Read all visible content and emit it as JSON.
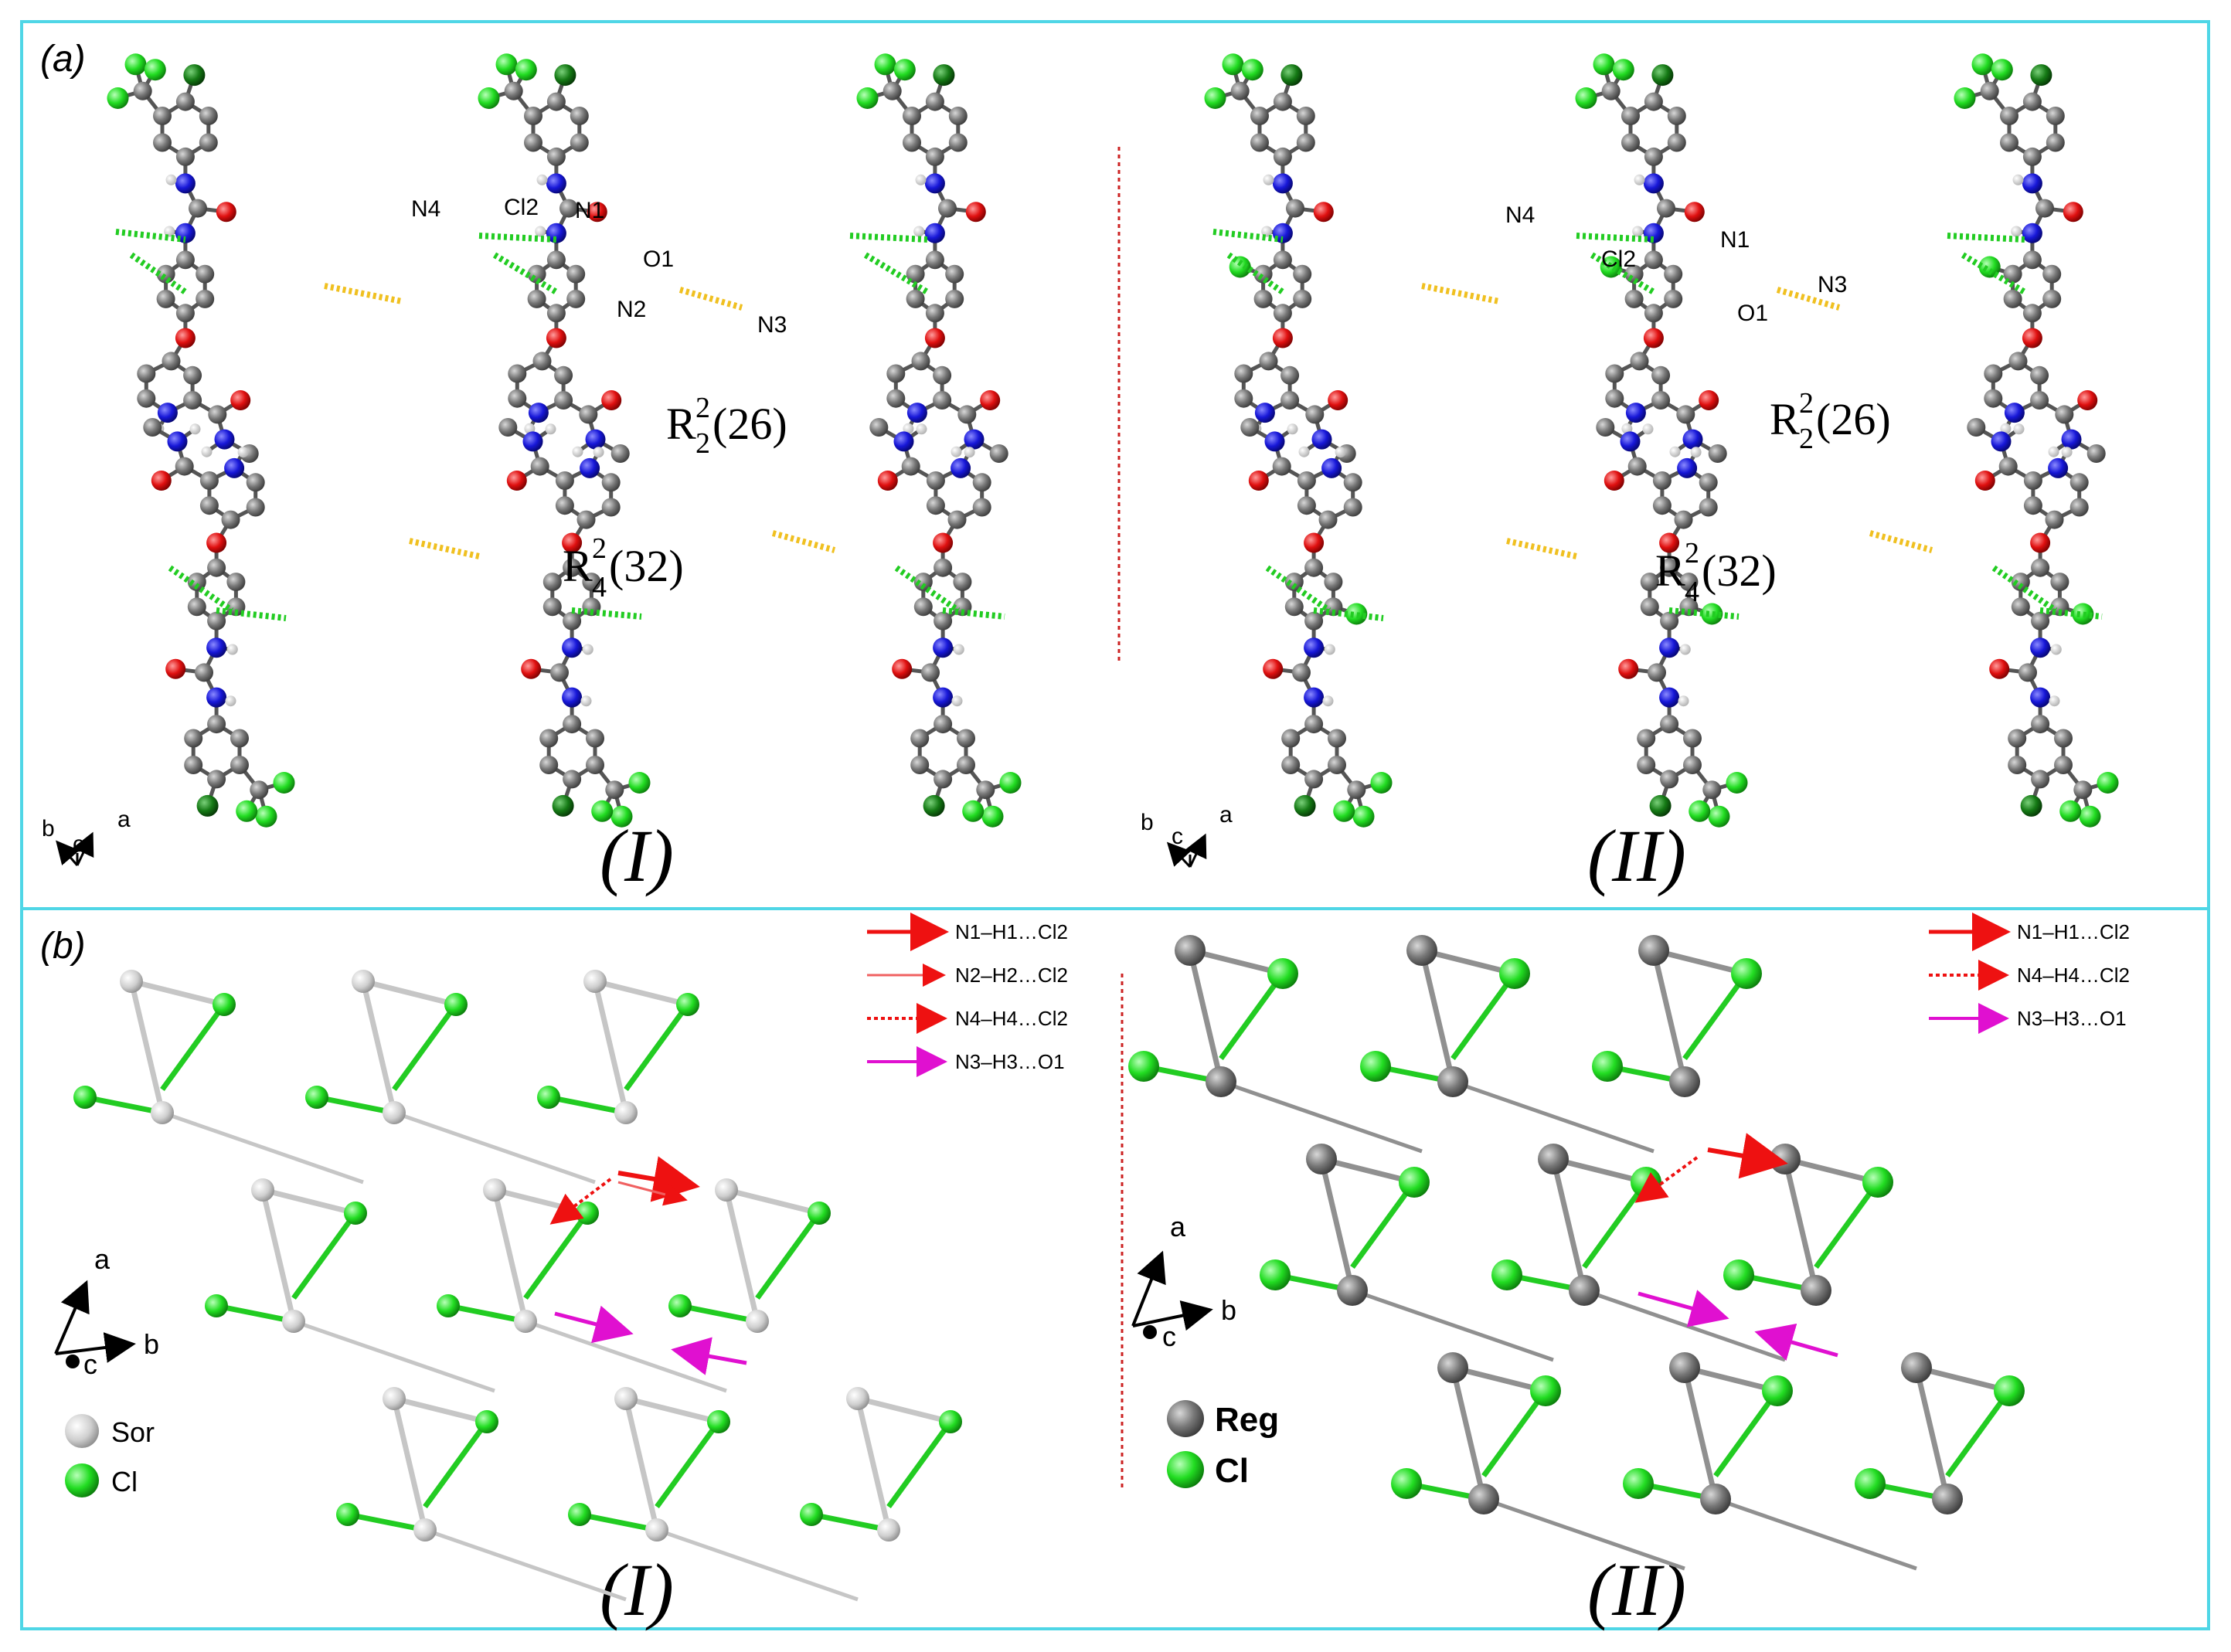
{
  "figure": {
    "panel_a": {
      "tag": "(a)",
      "left": {
        "roman": "(I)",
        "atom_labels": [
          "N4",
          "Cl2",
          "N1",
          "O1",
          "N2",
          "N3"
        ],
        "ring_a": {
          "main": "R",
          "sup": "2",
          "sub": "2",
          "rest": "(26)"
        },
        "ring_b": {
          "main": "R",
          "sup": "2",
          "sub": "4",
          "rest": "(32)"
        },
        "axes": {
          "b": "b",
          "c": "c",
          "a": "a"
        }
      },
      "right": {
        "roman": "(II)",
        "atom_labels": [
          "N4",
          "N1",
          "Cl2",
          "O1",
          "N3"
        ],
        "ring_a": {
          "main": "R",
          "sup": "2",
          "sub": "2",
          "rest": "(26)"
        },
        "ring_b": {
          "main": "R",
          "sup": "2",
          "sub": "4",
          "rest": "(32)"
        },
        "axes": {
          "b": "b",
          "c": "c",
          "a": "a"
        }
      }
    },
    "panel_b": {
      "tag": "(b)",
      "left": {
        "roman": "(I)",
        "legend": [
          "N1–H1…Cl2",
          "N2–H2…Cl2",
          "N4–H4…Cl2",
          "N3–H3…O1"
        ],
        "key": [
          "Sor",
          "Cl"
        ],
        "axes": {
          "a": "a",
          "b": "b",
          "c": "c"
        }
      },
      "right": {
        "roman": "(II)",
        "legend": [
          "N1–H1…Cl2",
          "N4–H4…Cl2",
          "N3–H3…O1"
        ],
        "key": [
          "Reg",
          "Cl"
        ],
        "axes": {
          "a": "a",
          "b": "b",
          "c": "c"
        }
      }
    },
    "colors": {
      "frame": "#4fd6e6",
      "divider": "#cc2222",
      "carbon": "#6f6f6f",
      "light_carbon": "#cfcfcf",
      "nitrogen": "#1717d8",
      "oxygen": "#e01010",
      "chlorine_bright": "#22dd22",
      "chlorine_dark": "#157a15",
      "hbond_green": "#22cc22",
      "hbond_yellow": "#f0c020",
      "arrow_red": "#ee1111",
      "arrow_magenta": "#e010d0"
    }
  }
}
